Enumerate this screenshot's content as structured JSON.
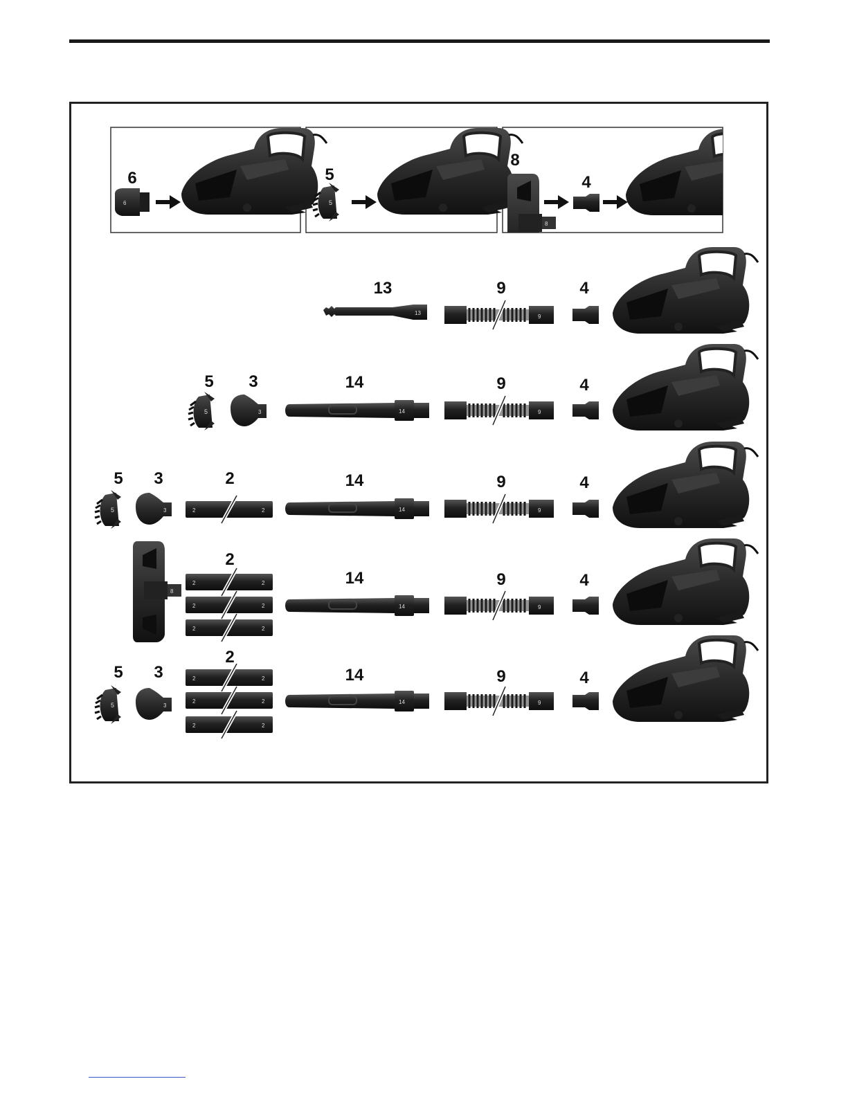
{
  "labels": {
    "p1_6": "6",
    "p2_5": "5",
    "p3_8": "8",
    "p3_4": "4",
    "r1_13": "13",
    "r1_9": "9",
    "r1_4": "4",
    "r2_5": "5",
    "r2_3": "3",
    "r2_14": "14",
    "r2_9": "9",
    "r2_4": "4",
    "r3_5": "5",
    "r3_3": "3",
    "r3_2": "2",
    "r3_14": "14",
    "r3_9": "9",
    "r3_4": "4",
    "r4_2": "2",
    "r4_14": "14",
    "r4_9": "9",
    "r4_4": "4",
    "r5_5": "5",
    "r5_3": "3",
    "r5_2": "2",
    "r5_14": "14",
    "r5_9": "9",
    "r5_4": "4"
  },
  "colors": {
    "part": "#1c1c1c",
    "highlight": "#555555",
    "frame": "#222222",
    "footer_link": "#3a56c8"
  },
  "icons": [
    "vacuum-body-icon",
    "round-brush-icon",
    "nozzle-icon",
    "floor-head-icon",
    "adapter-icon",
    "flex-hose-icon",
    "extension-tube-icon",
    "crevice-tube-icon",
    "arrow-icon"
  ]
}
